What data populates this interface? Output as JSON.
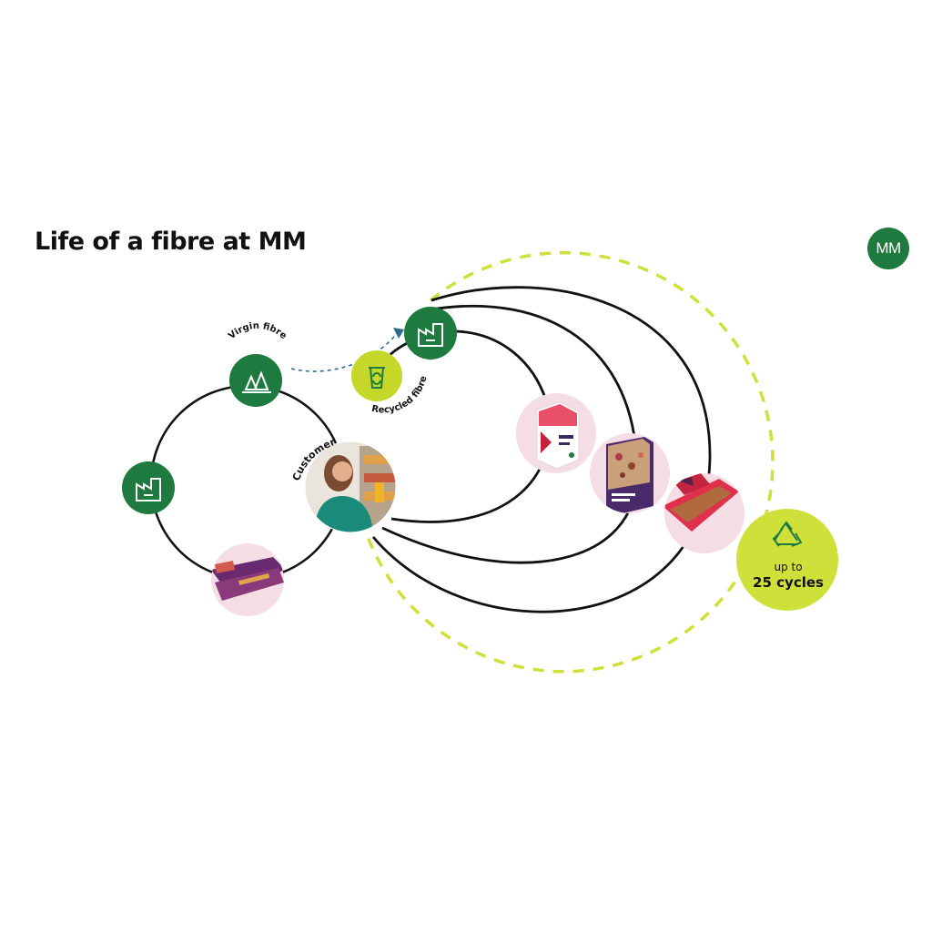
{
  "title": "Life of a fibre at MM",
  "logo_text": "MM",
  "labels": {
    "virgin_fibre": "Virgin fibre",
    "recycled_fibre": "Recycled fibre",
    "customer": "Customer"
  },
  "cycles": {
    "line1": "up to",
    "line2": "25 cycles"
  },
  "colors": {
    "green": "#1e7a3e",
    "lime": "#c5d82a",
    "lime_light": "#cfe03a",
    "pink": "#f4dde4",
    "black": "#111111",
    "dash_blue": "#2f6b8a"
  },
  "icons": [
    "factory-icon",
    "trees-icon",
    "recycle-bin-icon",
    "recycle-icon"
  ]
}
